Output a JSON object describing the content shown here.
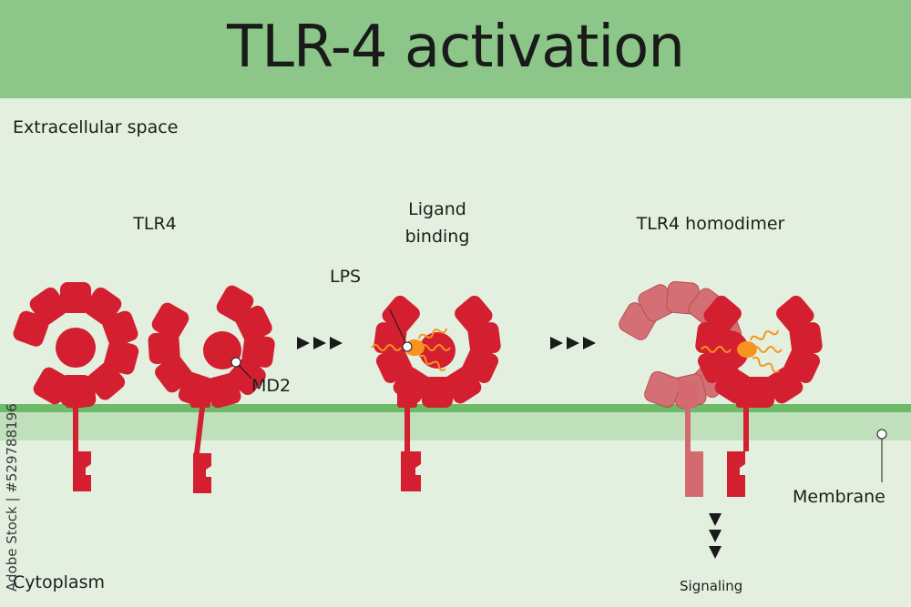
{
  "title": "TLR-4 activation",
  "regions": {
    "extracellular": "Extracellular space",
    "cytoplasm": "Cytoplasm",
    "membrane": "Membrane"
  },
  "stages": {
    "tlr4": "TLR4",
    "ligand_binding_line1": "Ligand",
    "ligand_binding_line2": "binding",
    "homodimer": "TLR4 homodimer"
  },
  "callouts": {
    "md2": "MD2",
    "lps": "LPS",
    "signaling": "Signaling"
  },
  "watermark": "Adobe Stock | #529788196",
  "colors": {
    "title_band": "#8cc789",
    "background": "#e3f0df",
    "membrane_band": "#bfe0bb",
    "membrane_line": "#6dba69",
    "receptor": "#d31f2f",
    "receptor_light": "#d46a70",
    "lps": "#f7941d",
    "arrow": "#1a1a1a"
  }
}
